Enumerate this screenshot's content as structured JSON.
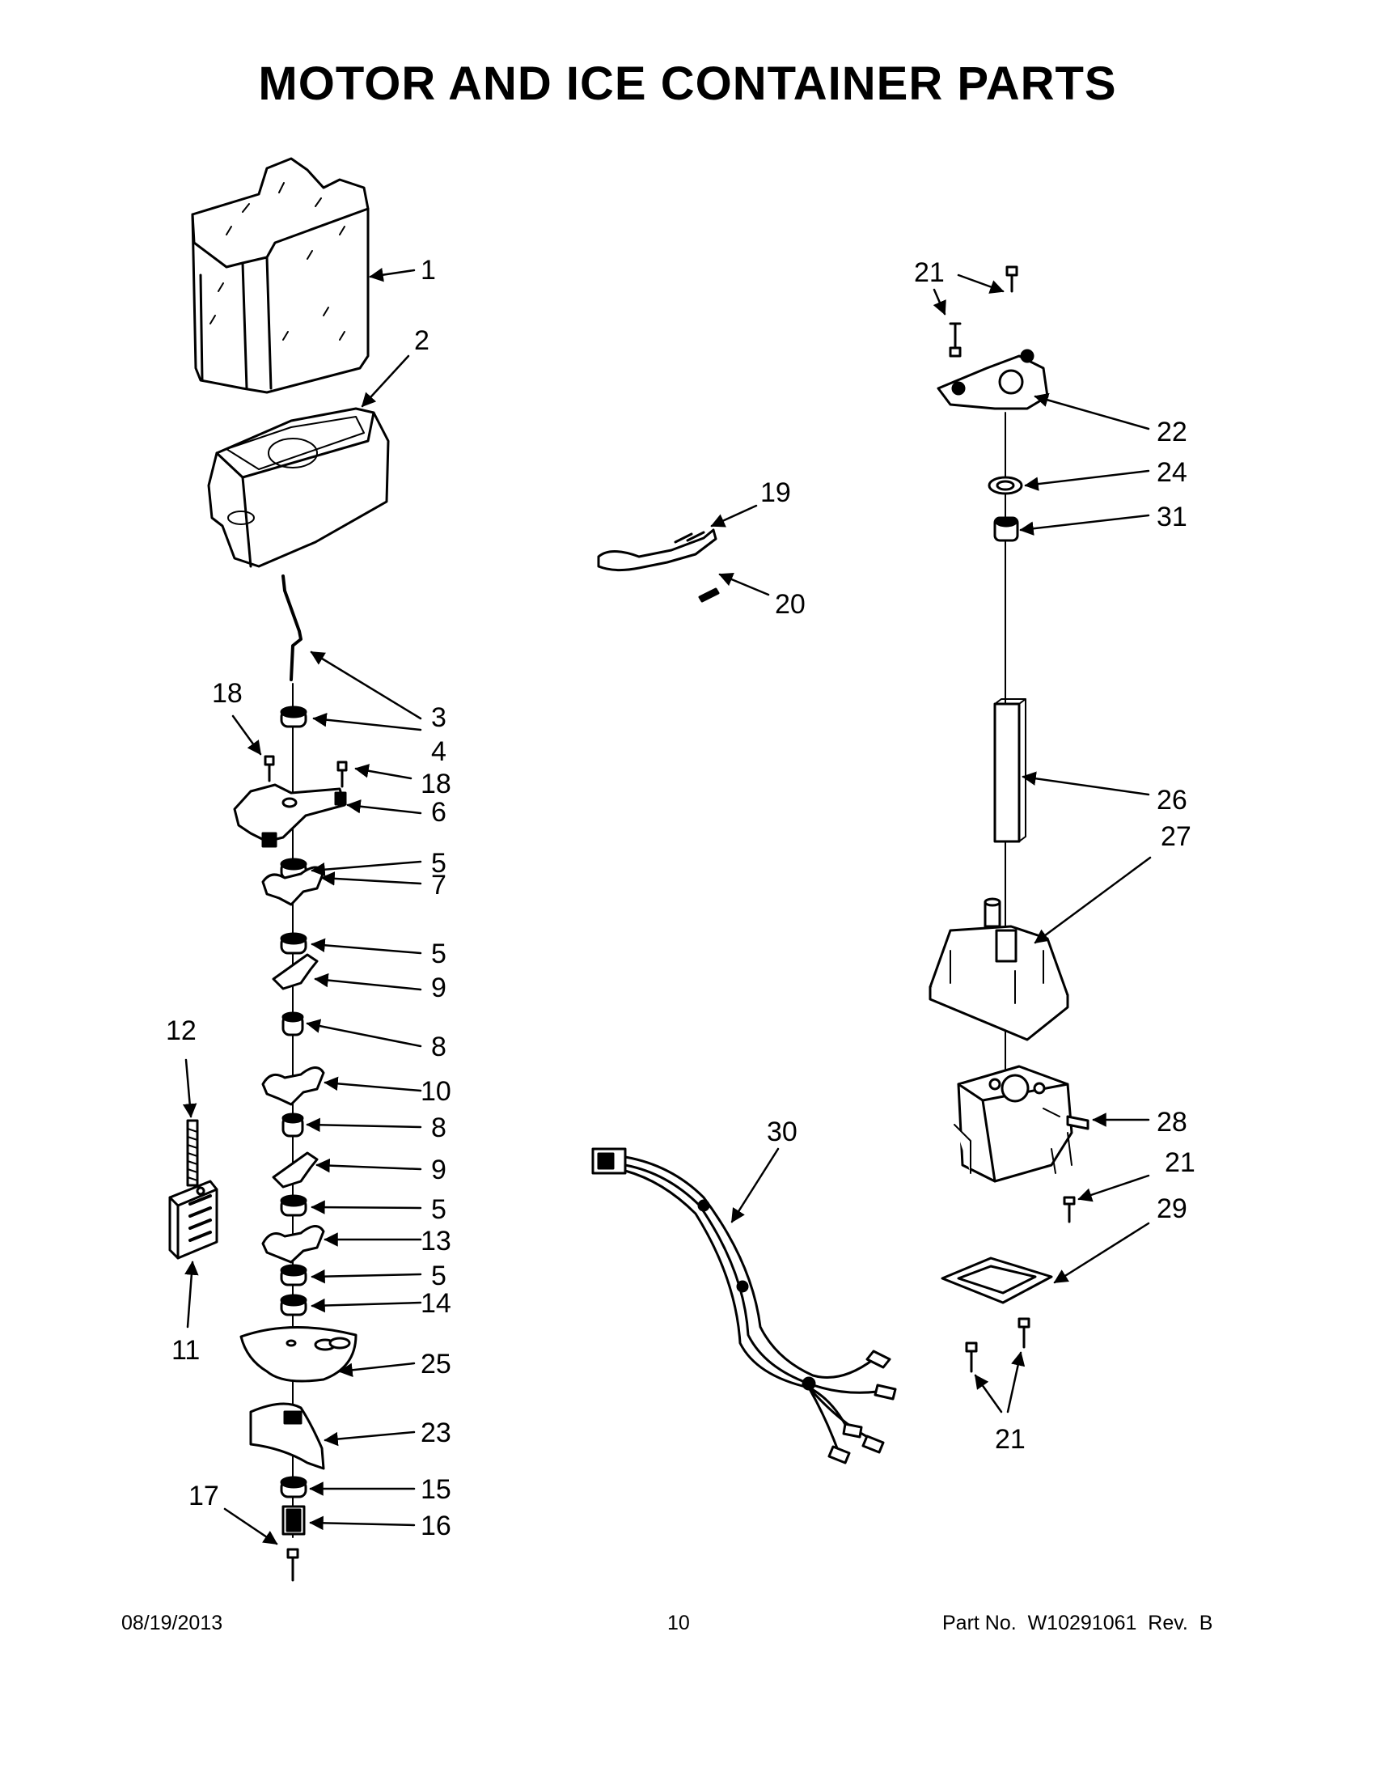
{
  "page": {
    "title": "MOTOR AND ICE CONTAINER PARTS",
    "date": "08/19/2013",
    "page_number": "10",
    "part_no": "Part No.  W10291061  Rev.  B"
  },
  "callouts": [
    "1",
    "2",
    "3",
    "4",
    "5",
    "6",
    "7",
    "8",
    "9",
    "10",
    "11",
    "12",
    "13",
    "14",
    "15",
    "16",
    "17",
    "18",
    "19",
    "20",
    "21",
    "22",
    "23",
    "24",
    "25",
    "26",
    "27",
    "28",
    "29",
    "30",
    "31"
  ]
}
